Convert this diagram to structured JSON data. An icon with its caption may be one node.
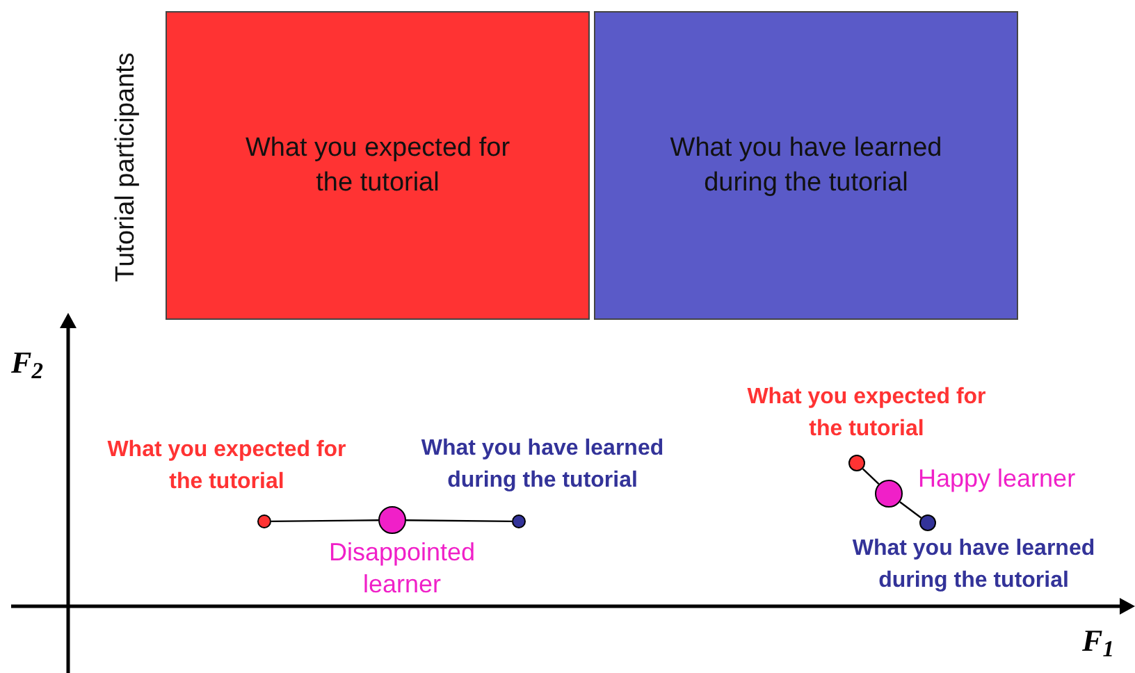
{
  "diagram": {
    "nodes": [
      {
        "text": [
          "What you expected for the tutorial"
        ]
      },
      {
        "text": [
          "What you have learned during the tutorial"
        ]
      },
      {
        "text": [],
        "shape": "circle",
        "beside": [
          "What you expected for the tutorial"
        ]
      },
      {
        "text": [],
        "shape": "circle",
        "beside": [
          "Disappointed learner"
        ]
      },
      {
        "text": [],
        "shape": "circle",
        "beside": [
          "What you have learned during the tutorial"
        ]
      },
      {
        "text": [],
        "shape": "circle",
        "beside": [
          "What you expected for the tutorial"
        ]
      },
      {
        "text": [],
        "shape": "circle",
        "beside": [
          "Happy learner"
        ]
      },
      {
        "text": [],
        "shape": "circle",
        "beside": [
          "What you have learned during the tutorial"
        ]
      }
    ],
    "edges": [
      {
        "from": 2,
        "to": 3,
        "arrow": "none"
      },
      {
        "from": 3,
        "to": 4,
        "arrow": "none"
      },
      {
        "from": 5,
        "to": 6,
        "arrow": "none"
      },
      {
        "from": 6,
        "to": 7,
        "arrow": "none"
      }
    ],
    "labels": [
      "Tutorial participants",
      "F$_{2}$",
      "F$_{1}$"
    ]
  }
}
